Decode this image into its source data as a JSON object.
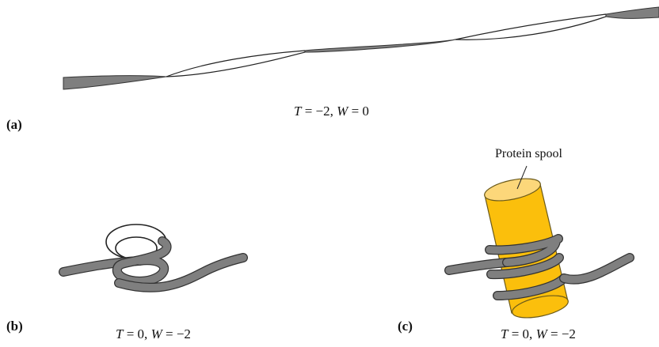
{
  "panels": {
    "a": {
      "label": "(a)",
      "T_symbol": "T",
      "T_value": "= −2,",
      "W_symbol": "W",
      "W_value": "= 0"
    },
    "b": {
      "label": "(b)",
      "T_symbol": "T",
      "T_value": "= 0,",
      "W_symbol": "W",
      "W_value": "= −2"
    },
    "c": {
      "label": "(c)",
      "T_symbol": "T",
      "T_value": "= 0,",
      "W_symbol": "W",
      "W_value": "= −2",
      "spool_label": "Protein spool"
    }
  },
  "colors": {
    "ribbon": "#7f7f7f",
    "ribbon_outline": "#333333",
    "spool_fill": "#fbbf0c",
    "spool_top": "#fcd77a",
    "spool_outline": "#6b5a1a"
  }
}
